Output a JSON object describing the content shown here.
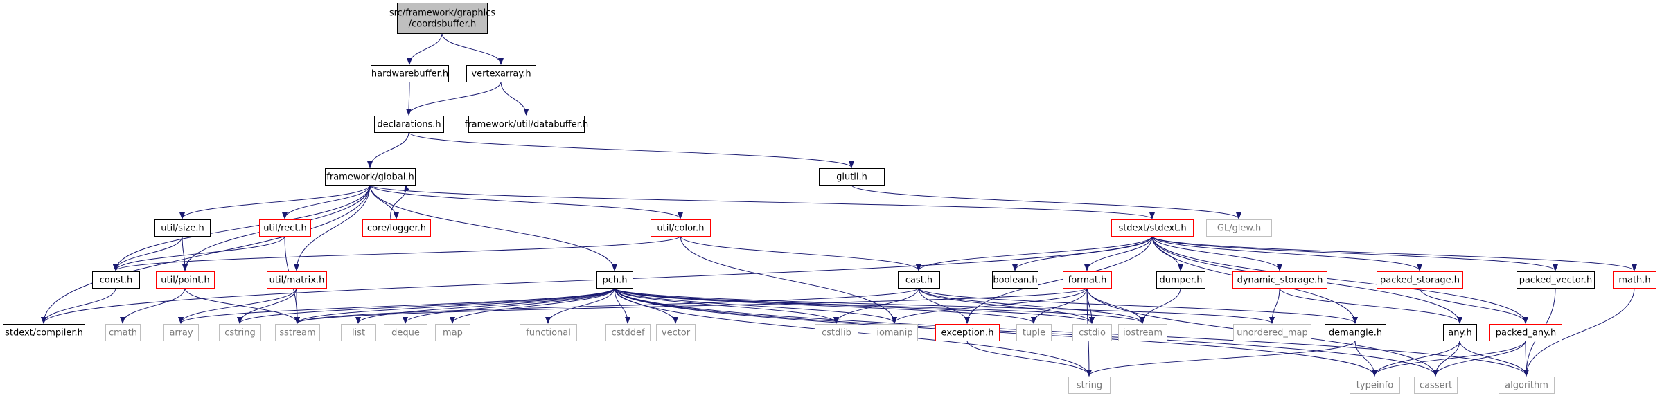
{
  "diagram": {
    "colors": {
      "edge": "#191970",
      "root_fill": "#bfbfbf",
      "normal_border": "#000000",
      "truncated_border": "#ff0000",
      "external_border": "#bfbfbf",
      "normal_text": "#000000",
      "external_text": "#7a7a7a"
    },
    "nodes": [
      {
        "id": "coordsbuffer",
        "lines": [
          "src/framework/graphics",
          "/coordsbuffer.h"
        ],
        "kind": "root"
      },
      {
        "id": "hardwarebuffer",
        "lines": [
          "hardwarebuffer.h"
        ],
        "kind": "normal"
      },
      {
        "id": "vertexarray",
        "lines": [
          "vertexarray.h"
        ],
        "kind": "normal"
      },
      {
        "id": "declarations",
        "lines": [
          "declarations.h"
        ],
        "kind": "normal"
      },
      {
        "id": "databuffer",
        "lines": [
          "framework/util/databuffer.h"
        ],
        "kind": "normal"
      },
      {
        "id": "global",
        "lines": [
          "framework/global.h"
        ],
        "kind": "normal"
      },
      {
        "id": "glutil",
        "lines": [
          "glutil.h"
        ],
        "kind": "normal"
      },
      {
        "id": "size",
        "lines": [
          "util/size.h"
        ],
        "kind": "normal"
      },
      {
        "id": "rect",
        "lines": [
          "util/rect.h"
        ],
        "kind": "truncated"
      },
      {
        "id": "logger",
        "lines": [
          "core/logger.h"
        ],
        "kind": "truncated"
      },
      {
        "id": "color",
        "lines": [
          "util/color.h"
        ],
        "kind": "truncated"
      },
      {
        "id": "stdext",
        "lines": [
          "stdext/stdext.h"
        ],
        "kind": "truncated"
      },
      {
        "id": "glew",
        "lines": [
          "GL/glew.h"
        ],
        "kind": "external"
      },
      {
        "id": "const",
        "lines": [
          "const.h"
        ],
        "kind": "normal"
      },
      {
        "id": "point",
        "lines": [
          "util/point.h"
        ],
        "kind": "truncated"
      },
      {
        "id": "matrix",
        "lines": [
          "util/matrix.h"
        ],
        "kind": "truncated"
      },
      {
        "id": "pch",
        "lines": [
          "pch.h"
        ],
        "kind": "normal"
      },
      {
        "id": "cast",
        "lines": [
          "cast.h"
        ],
        "kind": "normal"
      },
      {
        "id": "boolean",
        "lines": [
          "boolean.h"
        ],
        "kind": "normal"
      },
      {
        "id": "format",
        "lines": [
          "format.h"
        ],
        "kind": "truncated"
      },
      {
        "id": "dumper",
        "lines": [
          "dumper.h"
        ],
        "kind": "normal"
      },
      {
        "id": "dynamic_storage",
        "lines": [
          "dynamic_storage.h"
        ],
        "kind": "truncated"
      },
      {
        "id": "packed_storage",
        "lines": [
          "packed_storage.h"
        ],
        "kind": "truncated"
      },
      {
        "id": "packed_vector",
        "lines": [
          "packed_vector.h"
        ],
        "kind": "normal"
      },
      {
        "id": "mathh",
        "lines": [
          "math.h"
        ],
        "kind": "truncated"
      },
      {
        "id": "compiler",
        "lines": [
          "stdext/compiler.h"
        ],
        "kind": "normal"
      },
      {
        "id": "cmath",
        "lines": [
          "cmath"
        ],
        "kind": "external"
      },
      {
        "id": "array",
        "lines": [
          "array"
        ],
        "kind": "external"
      },
      {
        "id": "cstring",
        "lines": [
          "cstring"
        ],
        "kind": "external"
      },
      {
        "id": "sstream",
        "lines": [
          "sstream"
        ],
        "kind": "external"
      },
      {
        "id": "list",
        "lines": [
          "list"
        ],
        "kind": "external"
      },
      {
        "id": "deque",
        "lines": [
          "deque"
        ],
        "kind": "external"
      },
      {
        "id": "map",
        "lines": [
          "map"
        ],
        "kind": "external"
      },
      {
        "id": "functional",
        "lines": [
          "functional"
        ],
        "kind": "external"
      },
      {
        "id": "cstddef",
        "lines": [
          "cstddef"
        ],
        "kind": "external"
      },
      {
        "id": "vector",
        "lines": [
          "vector"
        ],
        "kind": "external"
      },
      {
        "id": "cstdlib",
        "lines": [
          "cstdlib"
        ],
        "kind": "external"
      },
      {
        "id": "iomanip",
        "lines": [
          "iomanip"
        ],
        "kind": "external"
      },
      {
        "id": "exception",
        "lines": [
          "exception.h"
        ],
        "kind": "truncated"
      },
      {
        "id": "tuple",
        "lines": [
          "tuple"
        ],
        "kind": "external"
      },
      {
        "id": "cstdio",
        "lines": [
          "cstdio"
        ],
        "kind": "external"
      },
      {
        "id": "iostream",
        "lines": [
          "iostream"
        ],
        "kind": "external"
      },
      {
        "id": "unordered_map",
        "lines": [
          "unordered_map"
        ],
        "kind": "external"
      },
      {
        "id": "demangle",
        "lines": [
          "demangle.h"
        ],
        "kind": "normal"
      },
      {
        "id": "any",
        "lines": [
          "any.h"
        ],
        "kind": "normal"
      },
      {
        "id": "packed_any",
        "lines": [
          "packed_any.h"
        ],
        "kind": "truncated"
      },
      {
        "id": "string",
        "lines": [
          "string"
        ],
        "kind": "external"
      },
      {
        "id": "typeinfo",
        "lines": [
          "typeinfo"
        ],
        "kind": "external"
      },
      {
        "id": "cassert",
        "lines": [
          "cassert"
        ],
        "kind": "external"
      },
      {
        "id": "algorithm",
        "lines": [
          "algorithm"
        ],
        "kind": "external"
      }
    ],
    "edges": [
      [
        "coordsbuffer",
        "hardwarebuffer"
      ],
      [
        "coordsbuffer",
        "vertexarray"
      ],
      [
        "hardwarebuffer",
        "declarations"
      ],
      [
        "vertexarray",
        "declarations"
      ],
      [
        "vertexarray",
        "databuffer"
      ],
      [
        "declarations",
        "global"
      ],
      [
        "declarations",
        "glutil"
      ],
      [
        "global",
        "size"
      ],
      [
        "global",
        "rect"
      ],
      [
        "global",
        "logger"
      ],
      [
        "global",
        "color"
      ],
      [
        "global",
        "stdext"
      ],
      [
        "global",
        "const"
      ],
      [
        "global",
        "point"
      ],
      [
        "global",
        "matrix"
      ],
      [
        "global",
        "pch"
      ],
      [
        "global",
        "compiler"
      ],
      [
        "glutil",
        "glew"
      ],
      [
        "logger",
        "global"
      ],
      [
        "size",
        "const"
      ],
      [
        "size",
        "point"
      ],
      [
        "rect",
        "const"
      ],
      [
        "rect",
        "sstream"
      ],
      [
        "color",
        "const"
      ],
      [
        "color",
        "cast"
      ],
      [
        "color",
        "iomanip"
      ],
      [
        "stdext",
        "compiler"
      ],
      [
        "stdext",
        "cast"
      ],
      [
        "stdext",
        "boolean"
      ],
      [
        "stdext",
        "format"
      ],
      [
        "stdext",
        "dumper"
      ],
      [
        "stdext",
        "dynamic_storage"
      ],
      [
        "stdext",
        "packed_storage"
      ],
      [
        "stdext",
        "packed_vector"
      ],
      [
        "stdext",
        "mathh"
      ],
      [
        "stdext",
        "exception"
      ],
      [
        "stdext",
        "demangle"
      ],
      [
        "stdext",
        "any"
      ],
      [
        "stdext",
        "packed_any"
      ],
      [
        "const",
        "compiler"
      ],
      [
        "point",
        "cmath"
      ],
      [
        "point",
        "sstream"
      ],
      [
        "matrix",
        "array"
      ],
      [
        "matrix",
        "cstring"
      ],
      [
        "matrix",
        "sstream"
      ],
      [
        "pch",
        "array"
      ],
      [
        "pch",
        "cstring"
      ],
      [
        "pch",
        "sstream"
      ],
      [
        "pch",
        "list"
      ],
      [
        "pch",
        "deque"
      ],
      [
        "pch",
        "map"
      ],
      [
        "pch",
        "functional"
      ],
      [
        "pch",
        "cstddef"
      ],
      [
        "pch",
        "vector"
      ],
      [
        "pch",
        "cstdlib"
      ],
      [
        "pch",
        "iomanip"
      ],
      [
        "pch",
        "tuple"
      ],
      [
        "pch",
        "cstdio"
      ],
      [
        "pch",
        "iostream"
      ],
      [
        "pch",
        "unordered_map"
      ],
      [
        "pch",
        "string"
      ],
      [
        "pch",
        "typeinfo"
      ],
      [
        "pch",
        "cassert"
      ],
      [
        "pch",
        "algorithm"
      ],
      [
        "cast",
        "sstream"
      ],
      [
        "cast",
        "cstdlib"
      ],
      [
        "cast",
        "exception"
      ],
      [
        "cast",
        "iostream"
      ],
      [
        "cast",
        "cstdio"
      ],
      [
        "cast",
        "demangle"
      ],
      [
        "format",
        "sstream"
      ],
      [
        "format",
        "iomanip"
      ],
      [
        "format",
        "tuple"
      ],
      [
        "format",
        "cstdio"
      ],
      [
        "format",
        "iostream"
      ],
      [
        "format",
        "string"
      ],
      [
        "format",
        "cassert"
      ],
      [
        "dumper",
        "iostream"
      ],
      [
        "dynamic_storage",
        "unordered_map"
      ],
      [
        "dynamic_storage",
        "any"
      ],
      [
        "packed_storage",
        "packed_any"
      ],
      [
        "packed_vector",
        "algorithm"
      ],
      [
        "mathh",
        "algorithm"
      ],
      [
        "exception",
        "string"
      ],
      [
        "demangle",
        "string"
      ],
      [
        "demangle",
        "typeinfo"
      ],
      [
        "any",
        "typeinfo"
      ],
      [
        "any",
        "cassert"
      ],
      [
        "any",
        "algorithm"
      ],
      [
        "packed_any",
        "typeinfo"
      ],
      [
        "packed_any",
        "cassert"
      ],
      [
        "packed_any",
        "algorithm"
      ]
    ]
  }
}
